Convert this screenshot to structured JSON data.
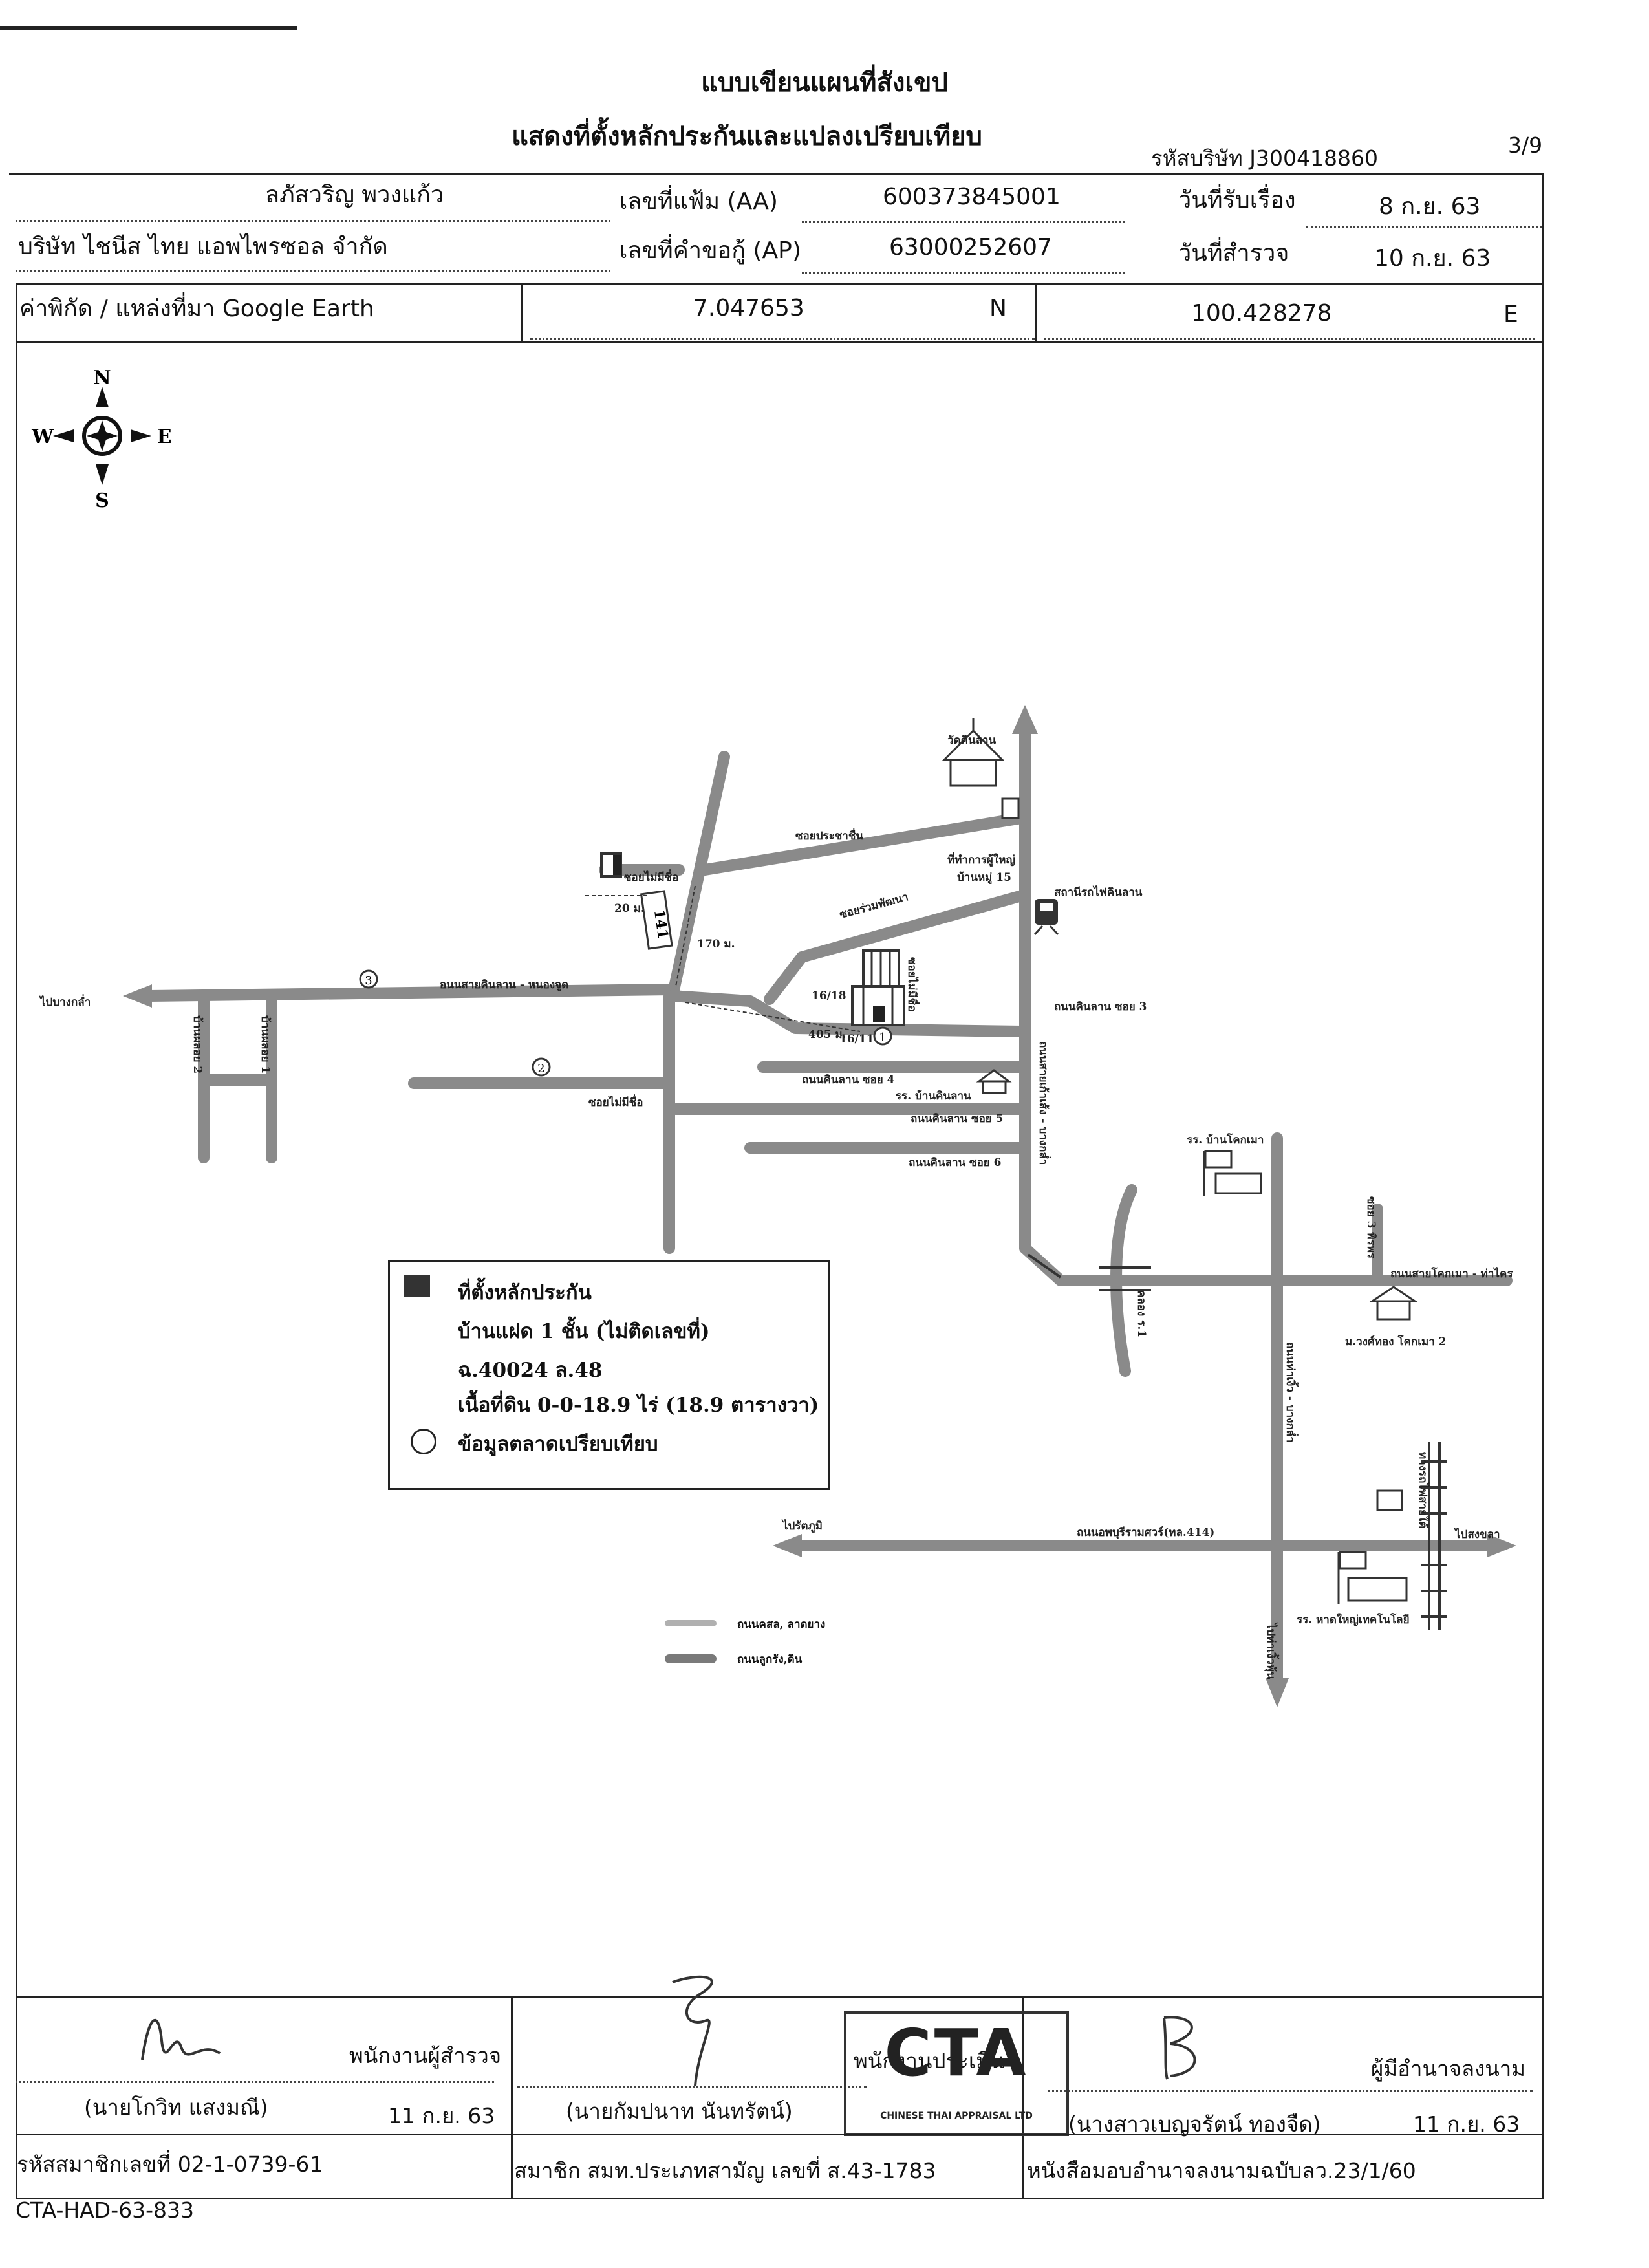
{
  "header": {
    "title_line1": "แบบเขียนแผนที่สังเขป",
    "title_line2": "แสดงที่ตั้งหลักประกันและแปลงเปรียบเทียบ",
    "company_code": "รหัสบริษัท J300418860",
    "page_number": "3/9"
  },
  "info": {
    "owner_name": "ลภัสวริญ  พวงแก้ว",
    "company_name": "บริษัท ไชนีส ไทย แอพไพรซอล จำกัด",
    "file_no_label": "เลขที่แฟ้ม (AA)",
    "file_no_value": "600373845001",
    "request_no_label": "เลขที่คำขอกู้ (AP)",
    "request_no_value": "63000252607",
    "received_date_label": "วันที่รับเรื่อง",
    "received_date_value": "8 ก.ย. 63",
    "survey_date_label": "วันที่สำรวจ",
    "survey_date_value": "10 ก.ย. 63",
    "coord_label": "ค่าพิกัด / แหล่งที่มา Google Earth",
    "lat_value": "7.047653",
    "lat_hemisphere": "N",
    "lon_value": "100.428278",
    "lon_hemisphere": "E"
  },
  "compass": {
    "n": "N",
    "s": "S",
    "e": "E",
    "w": "W"
  },
  "map_labels": {
    "temple": "วัดคินลาน",
    "soi_prachachuen": "ซอยประชาชื่น",
    "village_head_office": "ที่ทำการผู้ใหญ่",
    "village_moo15": "บ้านหมู่ 15",
    "station": "สถานีรถไฟคินลาน",
    "soi_ruamphatthana": "ซอยร่วมพัฒนา",
    "soi_maimichue_top": "ซอยไม่มีชื่อ",
    "dist_20m": "20 ม.",
    "dist_170m": "170 ม.",
    "road_bangklam": "อนนสายคินลาน - หนองจูด",
    "to_bangklam": "ไปบางกล่ำ",
    "soi_2": "บ้านผลอย 2",
    "soi_1": "บ้านผลอย 1",
    "soi_maimichue_left": "ซอยไม่มีชื่อ",
    "plot_1618": "16/18",
    "plot_1611": "16/11",
    "dist_405m": "405 ม.",
    "soi_maimichue_plot": "ซอยไม่มีชื่อ",
    "road_kinlan_soi3": "ถนนคินลาน ซอย 3",
    "road_kinlan_soi4": "ถนนคินลาน ซอย 4",
    "school_baankinlan": "รร. บ้านคินลาน",
    "road_kinlan_soi5": "ถนนคินลาน ซอย 5",
    "road_kinlan_soi6": "ถนนคินลาน ซอย 6",
    "road_kaokhao": "ถนนสายเก้าเส้ง - บางกล่ำ",
    "school_khokmamuang": "รร. บ้านโคกเมา",
    "soi3_phiraphon": "ซอย 3 พิรพร",
    "road_khokmamuang": "ถนนสายโคกเมา - ท่าไคร",
    "canal_r1": "คลอง ร.1",
    "village_wongtong": "ม.วงศ์ทอง โคกเมา 2",
    "road_tha_ngeu": "ถนนท่าเงิ้ว - บางกล่ำ",
    "to_rattaphum": "ไปรัตภูมิ",
    "road_414": "ถนนอพบุรีรามศวร์(ทล.414)",
    "to_songkhla": "ไปสงขลา",
    "railway": "ทางรถไฟสายใต้",
    "to_thaiikhi": "ไปท่าเงิ้วพุ้น",
    "school_hatyaiwittaya": "รร. หาดใหญ่เทคโนโลยี",
    "marker_1": "1",
    "marker_2": "2",
    "marker_3": "3"
  },
  "legend": {
    "collateral_title": "ที่ตั้งหลักประกัน",
    "collateral_desc": "บ้านแฝด 1 ชั้น (ไม่ติดเลขที่)",
    "deed": "ฉ.40024 ล.48",
    "area": "เนื้อที่ดิน 0-0-18.9 ไร่ (18.9 ตารางวา)",
    "comparison": "ข้อมูลตลาดเปรียบเทียบ",
    "road_concrete": "ถนนคสล, ลาดยาง",
    "road_laterite": "ถนนลูกรัง,ดิน"
  },
  "footer": {
    "surveyor_role": "พนักงานผู้สำรวจ",
    "surveyor_name": "(นายโกวิท  แสงมณี)",
    "surveyor_date": "11 ก.ย. 63",
    "evaluator_role": "พนักงานประเมิน",
    "evaluator_name": "(นายกัมปนาท  นันทรัตน์)",
    "authorizer_role": "ผู้มีอำนาจลงนาม",
    "authorizer_name": "(นางสาวเบญจรัตน์  ทองจืด)",
    "authorizer_date": "11 ก.ย. 63",
    "member_code": "รหัสสมาชิกเลขที่ 02-1-0739-61",
    "association": "สมาชิก สมท.ประเภทสามัญ เลขที่ ส.43-1783",
    "authority_letter": "หนังสือมอบอำนาจลงนามฉบับลว.23/1/60",
    "doc_code": "CTA-HAD-63-833",
    "stamp_logo": "CTA",
    "stamp_subtext": "CHINESE THAI APPRAISAL LTD"
  }
}
